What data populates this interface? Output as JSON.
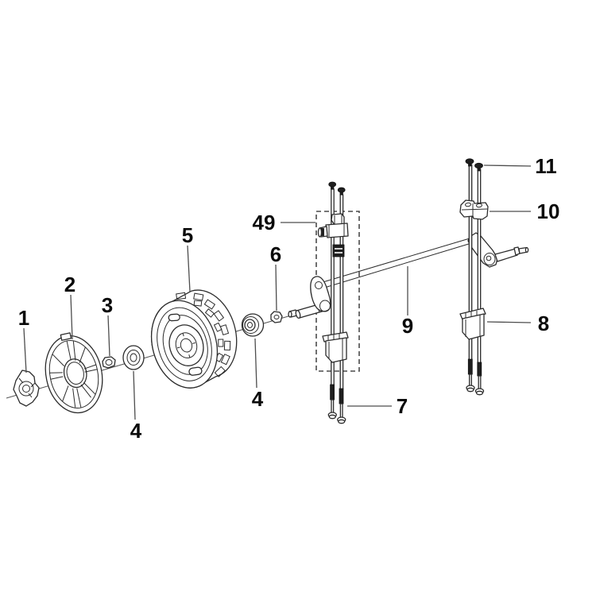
{
  "diagram": {
    "kind": "exploded-parts-diagram",
    "colors": {
      "background": "#ffffff",
      "part_outline": "#2b2b2b",
      "dark_fill": "#1f1f1f",
      "leader_line": "#4d4d4d",
      "label_text": "#0a0a0a",
      "dashed_group_box": "#4a4a4a"
    },
    "callouts": [
      {
        "text": "1"
      },
      {
        "text": "2"
      },
      {
        "text": "3"
      },
      {
        "text": "4"
      },
      {
        "text": "5"
      },
      {
        "text": "4"
      },
      {
        "text": "6"
      },
      {
        "text": "49"
      },
      {
        "text": "7"
      },
      {
        "text": "9"
      },
      {
        "text": "8"
      },
      {
        "text": "10"
      },
      {
        "text": "11"
      }
    ]
  }
}
